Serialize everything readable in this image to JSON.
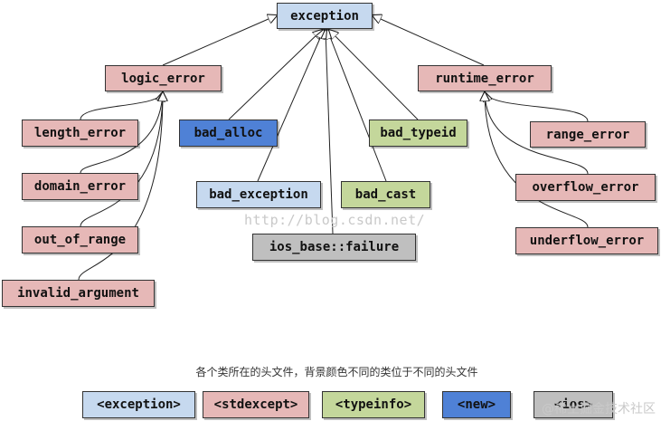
{
  "nodes": {
    "exception": "exception",
    "logic_error": "logic_error",
    "runtime_error": "runtime_error",
    "length_error": "length_error",
    "domain_error": "domain_error",
    "out_of_range": "out_of_range",
    "invalid_argument": "invalid_argument",
    "bad_alloc": "bad_alloc",
    "bad_exception": "bad_exception",
    "ios_base_failure": "ios_base::failure",
    "bad_typeid": "bad_typeid",
    "bad_cast": "bad_cast",
    "range_error": "range_error",
    "overflow_error": "overflow_error",
    "underflow_error": "underflow_error"
  },
  "caption": "各个类所在的头文件，背景颜色不同的类位于不同的头文件",
  "legend": {
    "exception": "<exception>",
    "stdexcept": "<stdexcept>",
    "typeinfo": "<typeinfo>",
    "new": "<new>",
    "ios": "<ios>"
  },
  "colors": {
    "exception_header": "#c6d9ef",
    "stdexcept_header": "#e6b8b7",
    "typeinfo_header": "#c4d79b",
    "new_header": "#4f81d6",
    "ios_header": "#bfbfbf"
  },
  "watermarks": {
    "url": "http://blog.csdn.net/",
    "brand": "@稀土掘金技术社区"
  }
}
